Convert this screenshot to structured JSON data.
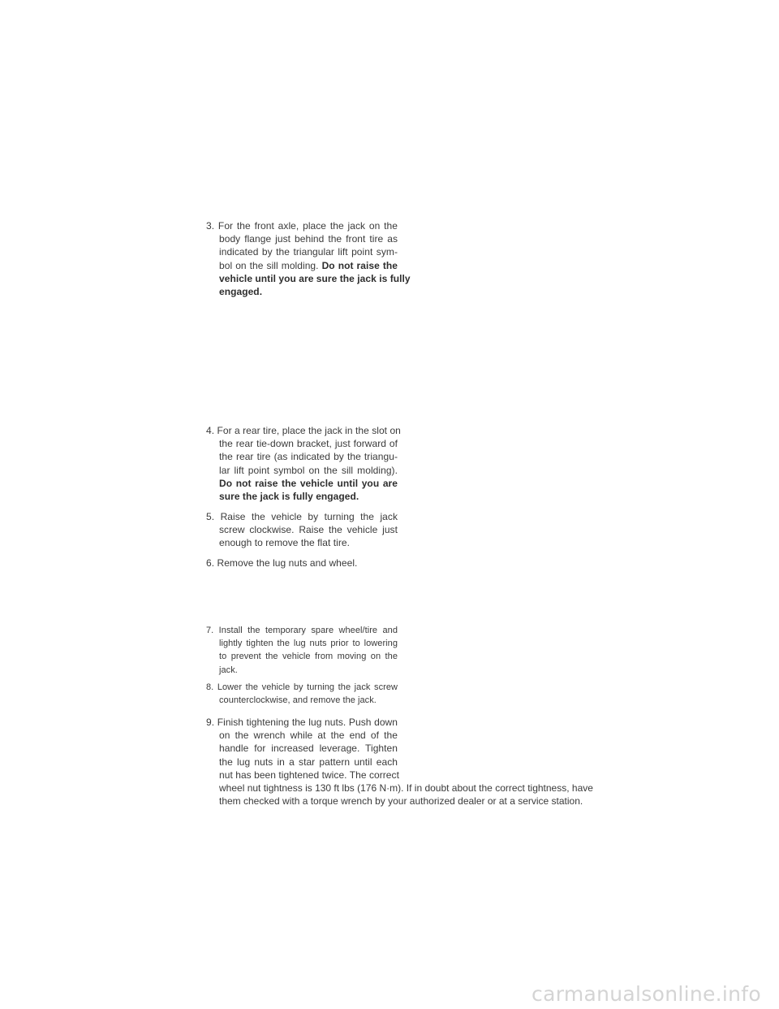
{
  "steps": {
    "s3": {
      "lines": [
        "3. For the front axle, place the jack on the",
        "body flange just behind the front tire as",
        "indicated by the triangular lift point sym-",
        "bol on the sill molding."
      ],
      "bold_inline": "Do not raise the",
      "bold_lines": [
        "vehicle until you are sure the jack is fully",
        "engaged."
      ]
    },
    "s4": {
      "lines": [
        "4. For a rear tire, place the jack in the slot on",
        "the rear tie-down bracket, just forward of",
        "the rear tire (as indicated by the triangu-",
        "lar lift point symbol on the sill molding)."
      ],
      "bold_lines": [
        "Do not raise the vehicle until you are",
        "sure the jack is fully engaged."
      ]
    },
    "s5": {
      "lines": [
        "5. Raise the vehicle by turning the jack",
        "screw clockwise. Raise the vehicle just",
        "enough to remove the flat tire."
      ]
    },
    "s6": {
      "lines": [
        "6. Remove the lug nuts and wheel."
      ]
    },
    "s7": {
      "lines": [
        "7. Install the temporary spare wheel/tire and",
        "lightly tighten the lug nuts prior to lowering",
        "to prevent the vehicle from moving on the",
        "jack."
      ]
    },
    "s8": {
      "lines": [
        "8. Lower the vehicle by turning the jack screw",
        "counterclockwise, and remove the jack."
      ]
    },
    "s9": {
      "lines": [
        "9. Finish tightening the lug nuts. Push down",
        "on the wrench while at the end of the",
        "handle for increased leverage. Tighten",
        "the lug nuts in a star pattern until each",
        "nut has been tightened twice. The correct"
      ],
      "wide_lines": [
        "wheel nut tightness is 130 ft lbs (176 N·m). If in doubt about the correct tightness, have",
        "them checked with a torque wrench by your authorized dealer or at a service station."
      ]
    }
  },
  "watermark": "carmanualsonline.info"
}
